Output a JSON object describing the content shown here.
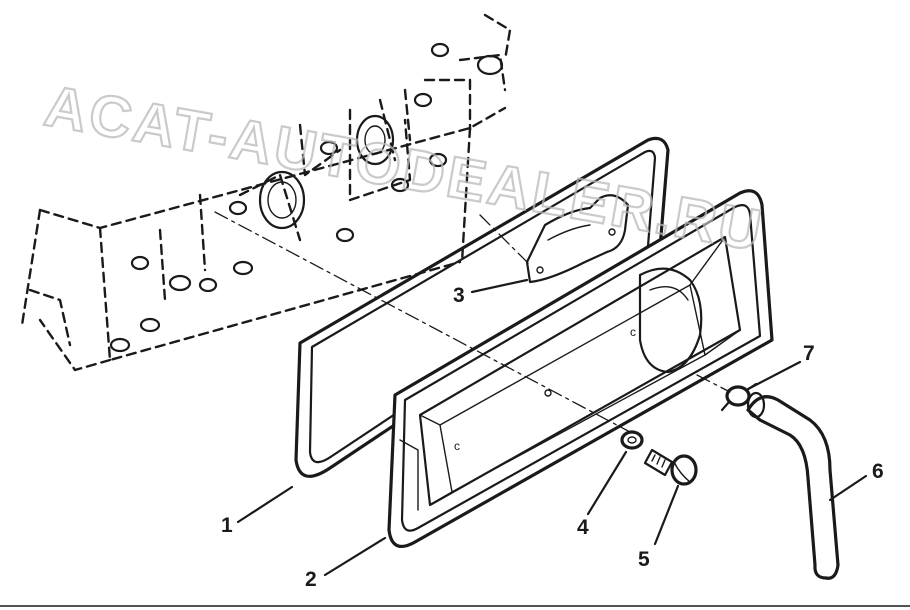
{
  "callouts": [
    {
      "id": "1",
      "label": "1"
    },
    {
      "id": "2",
      "label": "2"
    },
    {
      "id": "3",
      "label": "3"
    },
    {
      "id": "4",
      "label": "4"
    },
    {
      "id": "5",
      "label": "5"
    },
    {
      "id": "6",
      "label": "6"
    },
    {
      "id": "7",
      "label": "7"
    }
  ],
  "watermark": {
    "text": "ACAT-AUTODEALER.RU"
  }
}
